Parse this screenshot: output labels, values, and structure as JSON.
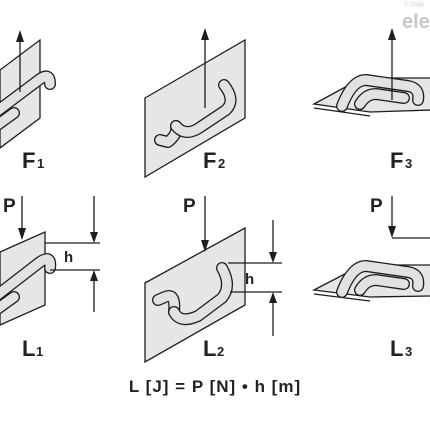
{
  "watermark": {
    "text": "ele",
    "copyright": "© Copy"
  },
  "cells": [
    {
      "id": "F1",
      "letter": "F",
      "index": "1",
      "force_label": "",
      "dim_label": ""
    },
    {
      "id": "F2",
      "letter": "F",
      "index": "2",
      "force_label": "",
      "dim_label": ""
    },
    {
      "id": "F3",
      "letter": "F",
      "index": "3",
      "force_label": "",
      "dim_label": ""
    },
    {
      "id": "L1",
      "letter": "L",
      "index": "1",
      "force_label": "P",
      "dim_label": "h"
    },
    {
      "id": "L2",
      "letter": "L",
      "index": "2",
      "force_label": "P",
      "dim_label": "h"
    },
    {
      "id": "L3",
      "letter": "L",
      "index": "3",
      "force_label": "P",
      "dim_label": ""
    }
  ],
  "formula": "L [J] = P [N] • h [m]",
  "colors": {
    "stroke": "#1e1e1e",
    "plate_fill": "#e6e6e6",
    "grip_fill": "#e2e2e2",
    "watermark": "#c8c8c8"
  }
}
